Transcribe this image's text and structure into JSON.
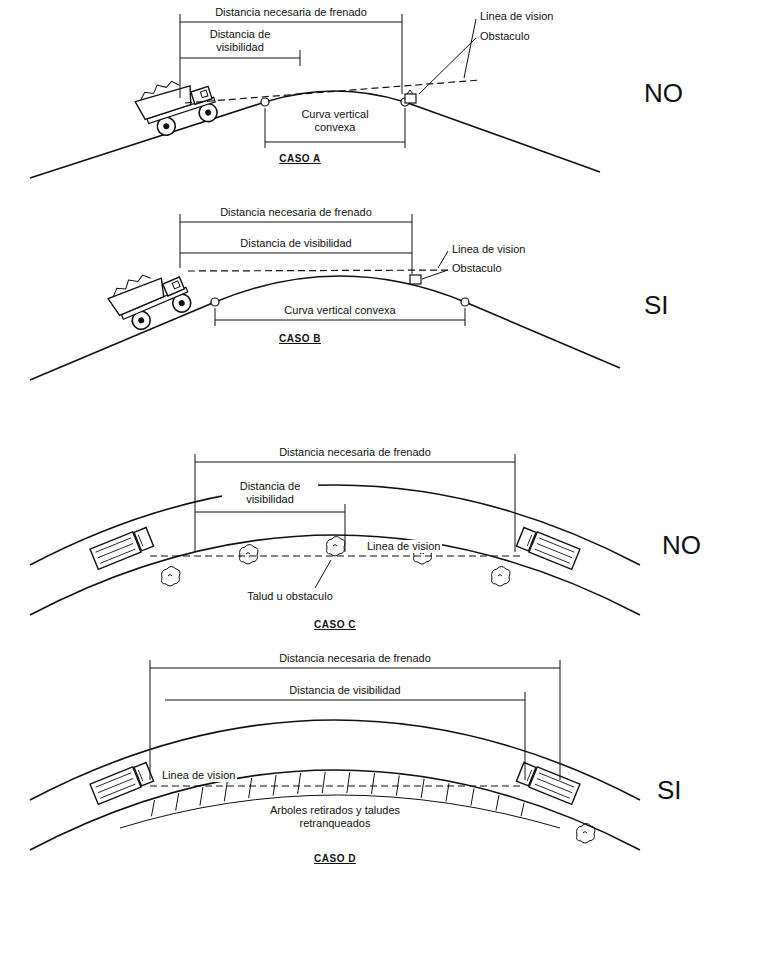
{
  "diagram": {
    "labels": [
      "Distancia necesaria de frenado",
      "Distancia de visibilidad",
      "Linea de vision",
      "Obstaculo",
      "Curva vertical convexa",
      "CASO A",
      "NO",
      "Distancia necesaria de frenado",
      "Distancia de visibilidad",
      "Linea de vision",
      "Obstaculo",
      "Curva vertical convexa",
      "CASO B",
      "SI",
      "Distancia necesaria de frenado",
      "Distancia de visibilidad",
      "Linea de vision",
      "Talud u obstaculo",
      "CASO C",
      "NO",
      "Distancia necesaria de frenado",
      "Distancia de visibilidad",
      "Linea de vision",
      "Arboles retirados y taludes retranqueados",
      "CASO D",
      "SI"
    ]
  }
}
